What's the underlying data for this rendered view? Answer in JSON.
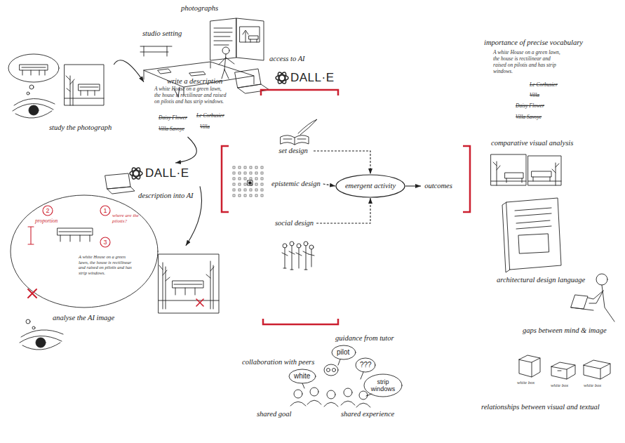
{
  "diagram": {
    "nodes": [
      {
        "text": [
          "study the photograph"
        ]
      },
      {
        "text": [
          "write a description"
        ]
      },
      {
        "text": [
          "description into AI"
        ]
      },
      {
        "text": [
          "analyse the AI image"
        ]
      },
      {
        "text": [
          "set design"
        ]
      },
      {
        "text": [
          "epistemic design"
        ]
      },
      {
        "text": [
          "emergent activity"
        ]
      },
      {
        "text": [
          "outcomes"
        ]
      },
      {
        "text": [
          "social design"
        ]
      }
    ],
    "edges": [
      {
        "from": 0,
        "to": 1,
        "arrow": "to"
      },
      {
        "from": 1,
        "to": 2,
        "arrow": "to"
      },
      {
        "from": 2,
        "to": 3,
        "arrow": "to"
      },
      {
        "from": 4,
        "to": 6,
        "arrow": "to"
      },
      {
        "from": 5,
        "to": 6,
        "arrow": "to"
      },
      {
        "from": 8,
        "to": 6,
        "arrow": "to"
      },
      {
        "from": 6,
        "to": 7,
        "arrow": "to"
      }
    ],
    "labels": [
      "photographs",
      "studio setting",
      "access to AI",
      "DALL·E",
      "importance of precise vocabulary",
      "A white House on a green lawn, the house is rectilinear and raised on pilotis and has strip windows.",
      "Le Corbusier",
      "Villa",
      "Daisy Flower",
      "Villa Savoye",
      "comparative visual analysis",
      "architectural design language",
      "gaps between mind & image",
      "white box",
      "white box",
      "white box",
      "relationships between visual and textual",
      "guidance from tutor",
      "collaboration with peers",
      "pilot",
      "white",
      "???",
      "strip windows",
      "shared goal",
      "shared experience",
      "A white House on a green lawn, the house is rectilinear and raised on pilotis and has strip windows.",
      "Le Corbusier",
      "Villa",
      "Daisy Flower",
      "Villa Savoye",
      "DALL·E",
      "1",
      "2",
      "3",
      "where are the pilotis?",
      "proportion",
      "A white House on a green lawn, the house is rectilinear and raised on pilotis and has strip windows."
    ]
  }
}
